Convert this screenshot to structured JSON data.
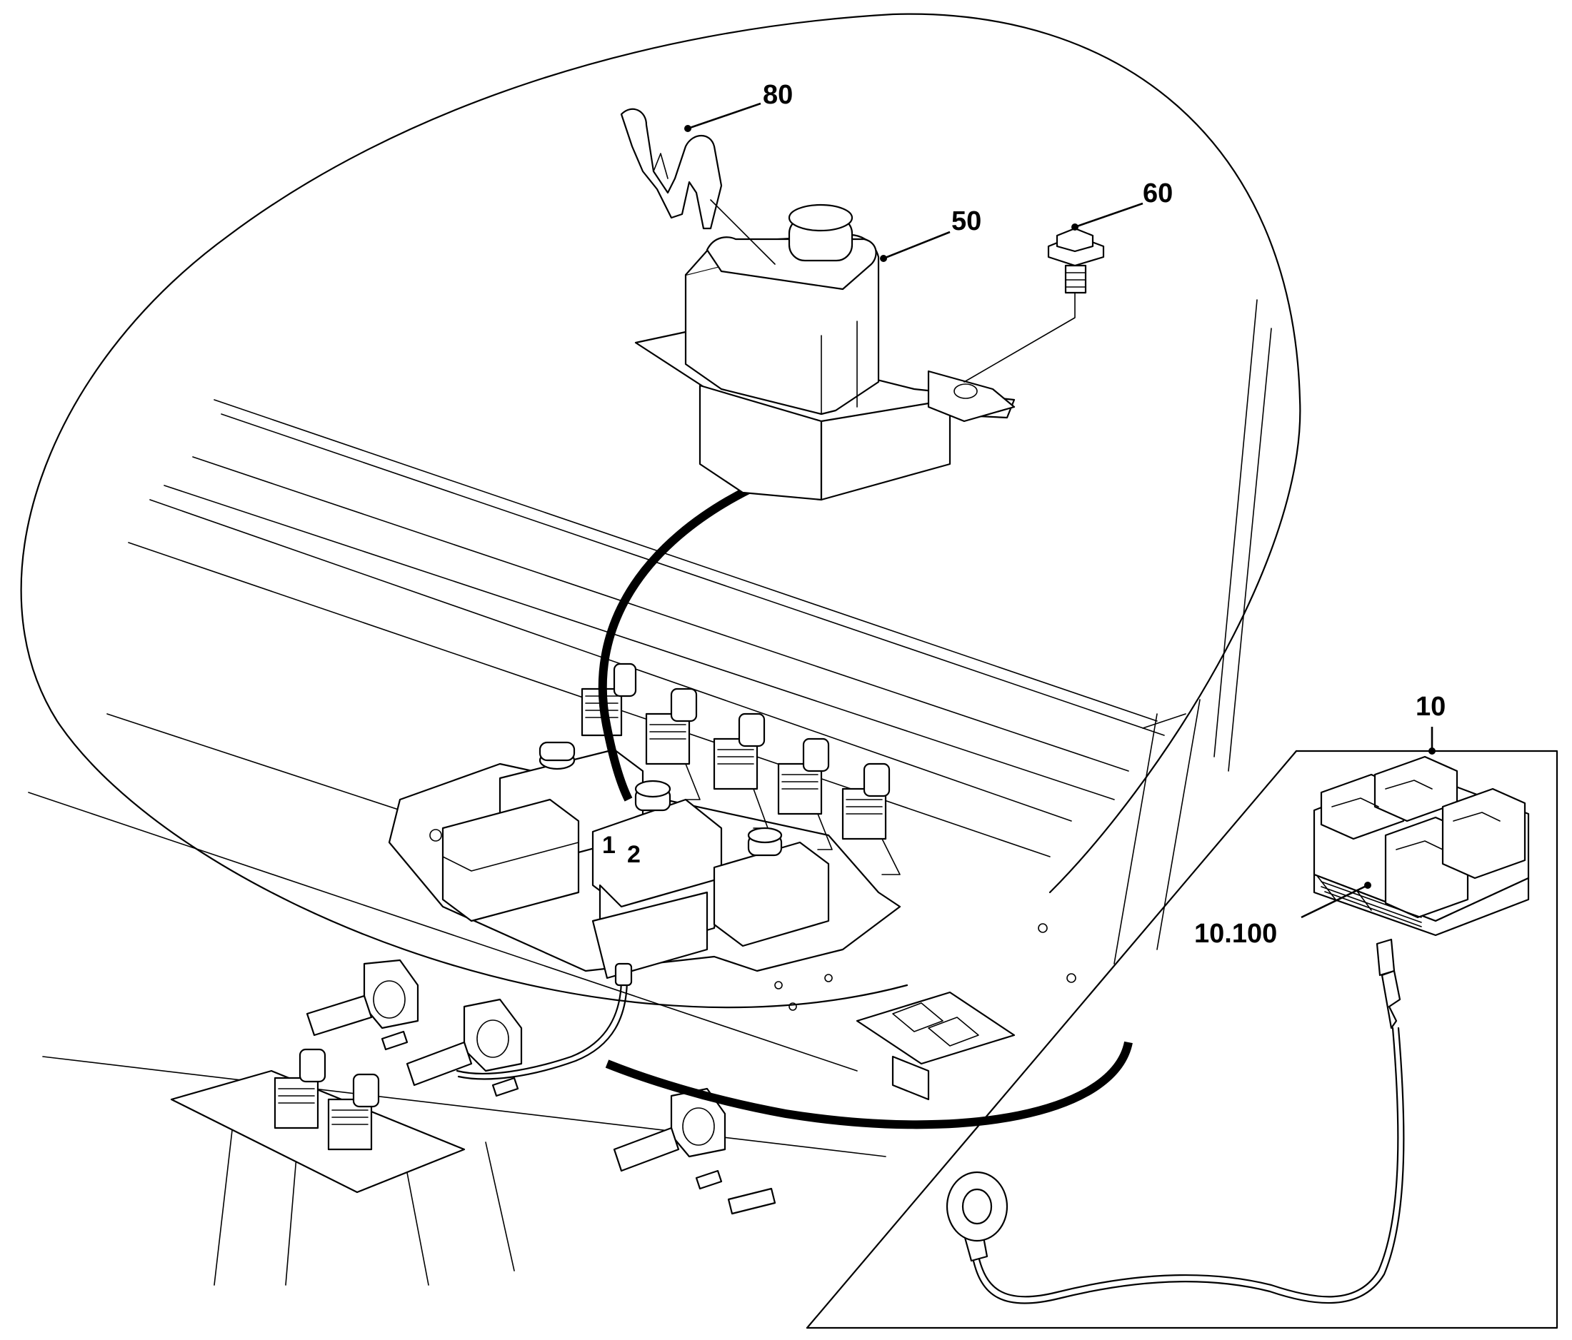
{
  "callouts": [
    {
      "id": "80",
      "label": "80"
    },
    {
      "id": "60",
      "label": "60"
    },
    {
      "id": "50",
      "label": "50"
    },
    {
      "id": "10",
      "label": "10"
    },
    {
      "id": "10-100",
      "label": "10.100"
    }
  ],
  "relay_pins": {
    "pin1": "1",
    "pin2": "2"
  }
}
